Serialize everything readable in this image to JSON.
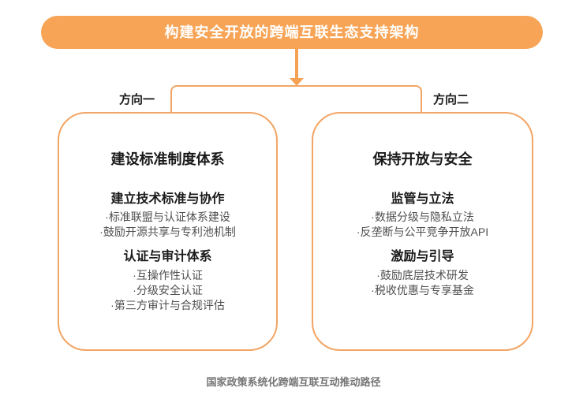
{
  "banner": {
    "title": "构建安全开放的跨端互联生态支持架构"
  },
  "branches": [
    {
      "label": "方向一",
      "title": "建设标准制度体系",
      "sections": [
        {
          "heading": "建立技术标准与协作",
          "items": [
            "·标准联盟与认证体系建设",
            "·鼓励开源共享与专利池机制"
          ]
        },
        {
          "heading": "认证与审计体系",
          "items": [
            "·互操作性认证",
            "·分级安全认证",
            "·第三方审计与合规评估"
          ]
        }
      ]
    },
    {
      "label": "方向二",
      "title": "保持开放与安全",
      "sections": [
        {
          "heading": "监管与立法",
          "items": [
            "·数据分级与隐私立法",
            "·反垄断与公平竞争开放API"
          ]
        },
        {
          "heading": "激励与引导",
          "items": [
            "·鼓励底层技术研发",
            "·税收优惠与专享基金"
          ]
        }
      ]
    }
  ],
  "caption": "国家政策系统化跨端互联互动推动路径",
  "colors": {
    "banner_bg": "#F7A456",
    "arrow": "#F6A254",
    "card_border": "#F2A564",
    "heading_text": "#1A1A1A",
    "item_text": "#4F4F4F",
    "caption_text": "#757575"
  }
}
